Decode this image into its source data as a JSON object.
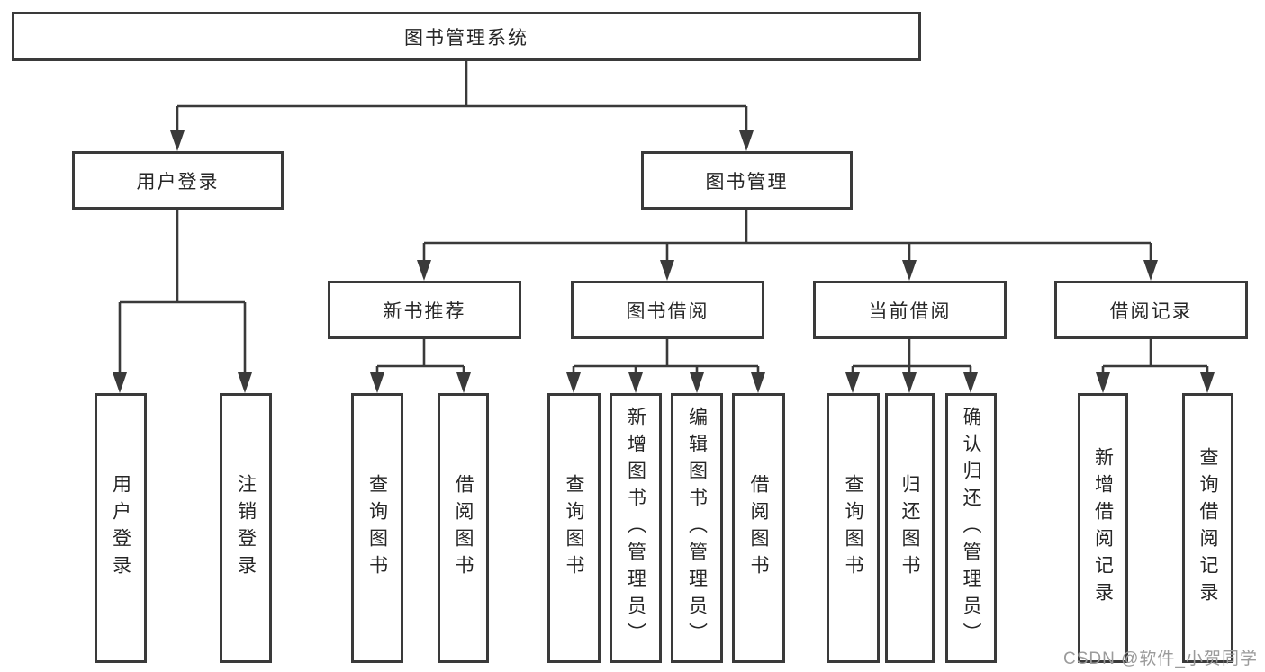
{
  "diagram": {
    "root": "图书管理系统",
    "branches": [
      {
        "label": "用户登录",
        "children": [
          "用户登录",
          "注销登录"
        ]
      },
      {
        "label": "图书管理",
        "groups": [
          {
            "label": "新书推荐",
            "children": [
              "查询图书",
              "借阅图书"
            ]
          },
          {
            "label": "图书借阅",
            "children": [
              "查询图书",
              "新增图书（管理员）",
              "编辑图书（管理员）",
              "借阅图书"
            ]
          },
          {
            "label": "当前借阅",
            "children": [
              "查询图书",
              "归还图书",
              "确认归还（管理员）"
            ]
          },
          {
            "label": "借阅记录",
            "children": [
              "新增借阅记录",
              "查询借阅记录"
            ]
          }
        ]
      }
    ]
  },
  "watermark": "CSDN @软件_小贺同学",
  "colors": {
    "line": "#3a3a3a",
    "box_border": "#3a3a3a",
    "box_fill": "#ffffff",
    "text": "#262626",
    "watermark": "#9b9b9b",
    "background": "#ffffff"
  }
}
